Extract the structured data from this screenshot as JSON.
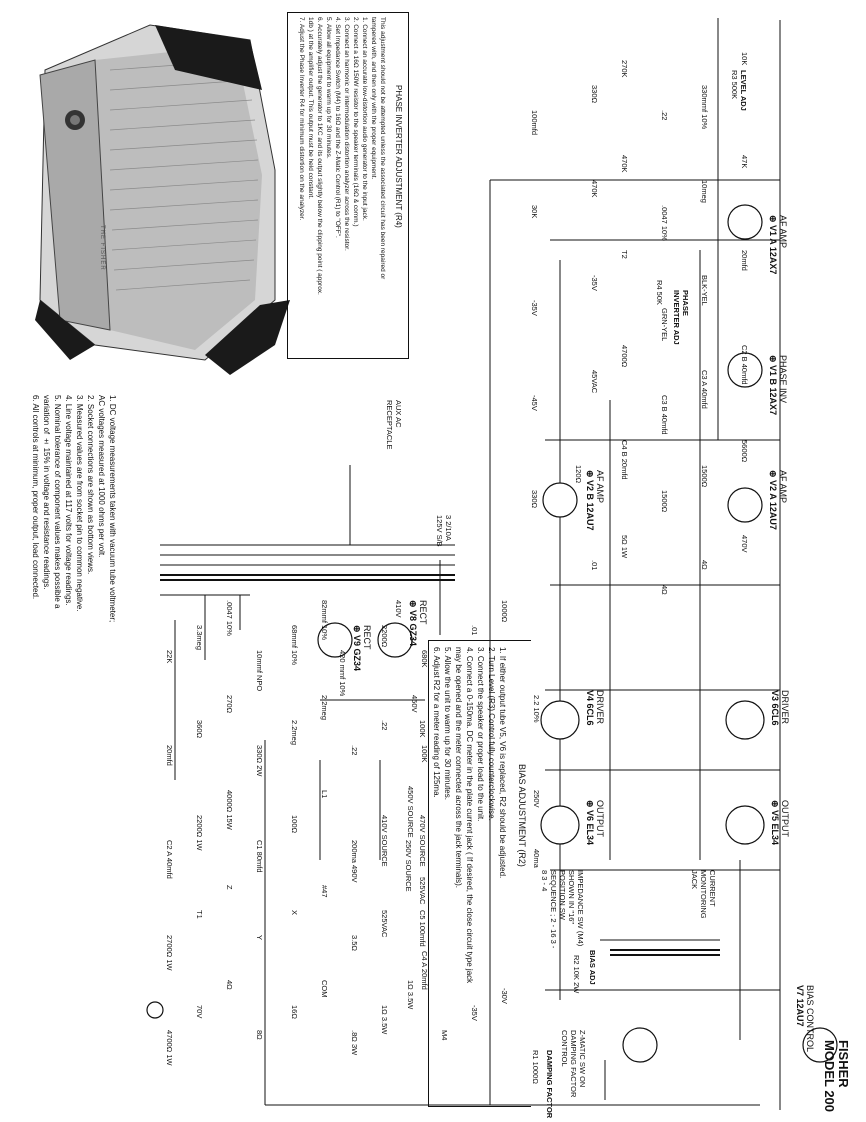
{
  "photo": {
    "caption_on_unit": "THE FISHER"
  },
  "phase_inverter_adjustment": {
    "title": "PHASE INVERTER ADJUSTMENT (R4)",
    "lines": [
      "This adjustment should not be attempted unless the associated circuit has been repaired or",
      "tampered with, and then only with the proper equipment.",
      "1.  Connect an accurate low-distortion audio generator to the input jack.",
      "2.  Connect a 16Ω 150W resistor to the speaker terminals (16Ω & comm.)",
      "3.  Connect an harmonic or intermodulation distortion analyzer across the resistor.",
      "4.  Set Impedance Switch (M4) to 16Ω and the Z-Matic Control (R1) to \"OFF\".",
      "5.  Allow all equipment to warm up for 30 minutes.",
      "6.  Accurately adjust the generator to 1KC and its output slightly below the clipping point ( approx.",
      "     1db ) at the amplifier output.  This output must be held constant.",
      "7.  Adjust the Phase Inverter R4 for minimum distortion on the analyzer."
    ]
  },
  "general_notes": [
    "1.   DC voltage measurements taken with vacuum tube voltmeter;",
    "      AC voltages measured at 1000 ohms per volt.",
    "2.   Socket connections are shown as bottom views.",
    "3.   Measured values are from socket pin to common negative.",
    "4.   Line voltage maintained at 117 volts for voltage readings.",
    "5.   Nominal tolerance of component values makes possible  a",
    "      variation of ± 15% in voltage and resistance readings.",
    "6.   All controls at minimum, proper output, load connected."
  ],
  "bias_adjustment": {
    "title": "BIAS ADJUSTMENT (R2)",
    "lines": [
      "1.  If either output tube V5, V6 is replaced, R2 should be adjusted.",
      "2.  Turn Level (R3) Control fully counterclockwise.",
      "3.  Connect the speaker or proper load to the unit.",
      "4.  Connect a 0-150ma. DC meter in the plate current jack  ( If desired, the close circuit type jack",
      "     may be opened and the meter connected across the jack terminals).",
      "5.  Allow the unit to warm up for 30 minutes.",
      "6.  Adjust R2 for a meter reading of 125ma."
    ]
  },
  "model": {
    "brand": "FISHER",
    "model": "MODEL 200"
  },
  "tubes": [
    {
      "function": "AF AMP",
      "name": "⊕ V1 A 12AX7"
    },
    {
      "function": "PHASE INV",
      "name": "⊕ V1 B 12AX7"
    },
    {
      "function": "AF AMP",
      "name": "⊕ V2 A 12AU7"
    },
    {
      "function": "AF AMP",
      "name": "⊕ V2 B 12AU7"
    },
    {
      "function": "DRIVER",
      "name": "V3  6CL6"
    },
    {
      "function": "DRIVER",
      "name": "V4  6CL6"
    },
    {
      "function": "OUTPUT",
      "name": "⊕ V5  EL34"
    },
    {
      "function": "OUTPUT",
      "name": "⊕ V6  EL34"
    },
    {
      "function": "RECT",
      "name": "⊕ V8  GZ34"
    },
    {
      "function": "RECT",
      "name": "⊕ V9  GZ34"
    },
    {
      "function": "BIAS CONTROL",
      "name": "V7  12AU7"
    }
  ],
  "controls": {
    "level": "LEVEL ADJ",
    "level_ref": "R3  500K",
    "phase": "PHASE INVERTER ADJ",
    "phase_ref": "R4  50K",
    "bias": "BIAS ADJ",
    "bias_ref": "R2  10K 2W",
    "damping": "DAMPING FACTOR",
    "damping_ref": "R1  1000Ω",
    "zmatic": "Z-MATIC SW ON DAMPING FACTOR CONTROL",
    "monitor_jack": "CURRENT MONITORING JACK",
    "impedance_sw": "IMPEDANCE SW (M4) SHOWN IN \"16\" POSITION  SW SEQUENCE ; 2 - 16   3 - 8   3 - 4",
    "aux_ac": "AUX AC RECEPTACLE",
    "fuse": "3  2/10A  125V  S/B"
  },
  "labels": [
    "10K",
    "330mmf 10%",
    ".22",
    "270K",
    "330Ω",
    "100mfd",
    "1000Ω",
    ".01",
    "680K",
    "410V",
    "2200Ω",
    "420 mmf 10%",
    "82mmf 10%",
    "68mmf 10%",
    "10mmf NPO",
    ".0047 10%",
    "3.3meg",
    "22K",
    "47K",
    "10meg",
    ".0047 10%",
    "470K",
    "470K",
    "30K",
    "2.2 10%",
    "100K",
    "100K",
    "450V",
    ".22",
    ".22",
    "2.2meg",
    "2.2meg",
    "330Ω 2W",
    "270Ω",
    "360Ω",
    "20mfd",
    "20mfd",
    "BLK-YEL",
    "GRN-YEL",
    "T2",
    "-35V",
    "-35V",
    "250V",
    "470V SOURCE",
    "250V SOURCE",
    "450V SOURCE",
    "410V SOURCE",
    "200ma 490V",
    "L1",
    "100Ω",
    "C1 80mfd",
    "4000Ω 15W",
    "2200Ω 1W",
    "C2 A 40mfd",
    "C2 B 40mfd",
    "C3 A 40mfd",
    "C3 B 40mfd",
    "4700Ω",
    "45VAC",
    "-45V",
    "40ma",
    "C5 100mfd",
    "C4 A 20mfd",
    "525VAC",
    "525VAC",
    "3.5Ω",
    "#47",
    "X",
    "Y",
    "Z",
    "T1",
    "2700Ω 1W",
    "5600Ω",
    "1500Ω",
    "1500Ω",
    "C4 B 20mfd",
    "120Ω",
    "330Ω",
    "-30V",
    "-35V",
    "M4",
    "1Ω 3.5W",
    "1Ω 3.5W",
    ".8Ω 3W",
    "COM",
    "16Ω",
    "8Ω",
    "4Ω",
    "70V",
    "4700Ω 1W",
    "470V",
    "4Ω",
    "4Ω",
    "5Ω 1W",
    ".01"
  ],
  "colors": {
    "ink": "#111111",
    "paper": "#ffffff"
  }
}
